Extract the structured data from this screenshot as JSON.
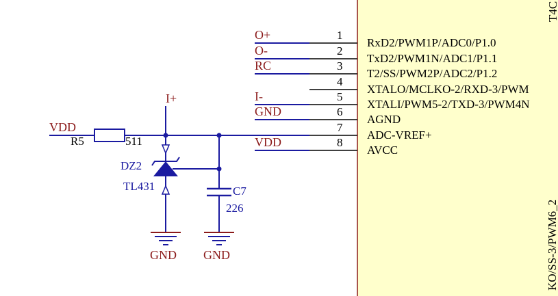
{
  "schematic": {
    "chip": {
      "top_label": "T4C",
      "side_label": "KO/SS-3/PWM6_2",
      "body_color": "#ffffcc",
      "pins": [
        {
          "num": "1",
          "name": "RxD2/PWM1P/ADC0/P1.0",
          "net": "O+"
        },
        {
          "num": "2",
          "name": "TxD2/PWM1N/ADC1/P1.1",
          "net": "O-"
        },
        {
          "num": "3",
          "name": "T2/SS/PWM2P/ADC2/P1.2",
          "net": "RC"
        },
        {
          "num": "4",
          "name": "XTALO/MCLKO-2/RXD-3/PWM",
          "net": ""
        },
        {
          "num": "5",
          "name": "XTALI/PWM5-2/TXD-3/PWM4N",
          "net": "I-"
        },
        {
          "num": "6",
          "name": "AGND",
          "net": "GND"
        },
        {
          "num": "7",
          "name": "ADC-VREF+",
          "net": ""
        },
        {
          "num": "8",
          "name": "AVCC",
          "net": "VDD"
        }
      ]
    },
    "left_circuit": {
      "vdd_label": "VDD",
      "iplus_label": "I+",
      "resistor": {
        "ref": "R5",
        "value": "511"
      },
      "zener": {
        "ref": "DZ2",
        "value": "TL431"
      },
      "capacitor": {
        "ref": "C7",
        "value": "226"
      },
      "gnd_labels": [
        "GND",
        "GND"
      ]
    },
    "colors": {
      "wire": "#1a1aa0",
      "net_label": "#8b1a1a",
      "pin_line": "#000000",
      "chip_border": "#8b1a1a"
    }
  }
}
